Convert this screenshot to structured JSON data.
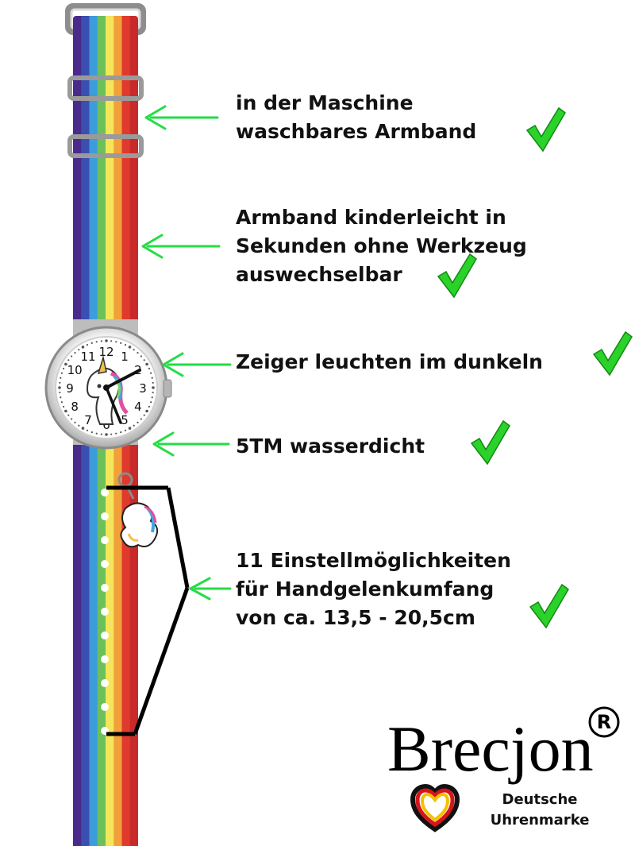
{
  "features": [
    {
      "lines": [
        "in der Maschine",
        "waschbares Armband"
      ]
    },
    {
      "lines": [
        "Armband kinderleicht in",
        "Sekunden ohne Werkzeug",
        "auswechselbar"
      ]
    },
    {
      "lines": [
        "Zeiger leuchten im dunkeln"
      ]
    },
    {
      "lines": [
        "5TM wasserdicht"
      ]
    },
    {
      "lines": [
        "11 Einstellmöglichkeiten",
        "für Handgelenkumfang",
        "von ca. 13,5 - 20,5cm"
      ]
    }
  ],
  "watch_numbers": [
    "12",
    "1",
    "2",
    "3",
    "4",
    "5",
    "6",
    "7",
    "8",
    "9",
    "10",
    "11"
  ],
  "brand": {
    "name": "Brecjon",
    "registered": "R",
    "tagline_1": "Deutsche",
    "tagline_2": "Uhrenmarke"
  },
  "colors": {
    "arrow": "#22dd44",
    "check": "#22cc22",
    "text": "#111111"
  },
  "strap_stripes": [
    "#4a2a8a",
    "#3a4fb0",
    "#3d9cdc",
    "#6cc05a",
    "#f3e65a",
    "#f2a03a",
    "#e03a2e",
    "#c82a2a"
  ]
}
